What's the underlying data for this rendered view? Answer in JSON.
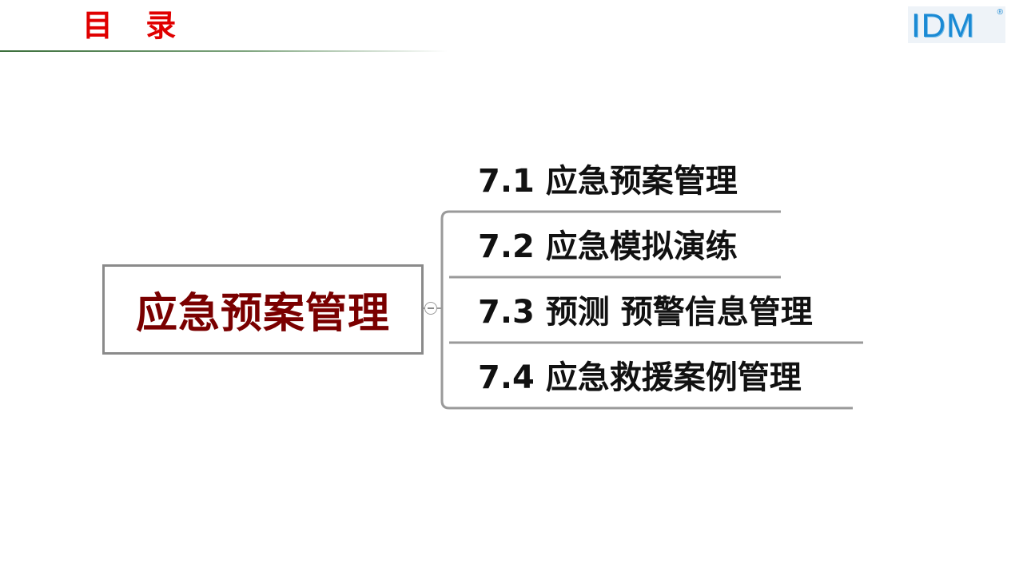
{
  "header": {
    "title": "目 录",
    "logo_text": "IDM",
    "logo_mark": "®",
    "accent_color": "#e00000",
    "logo_color": "#1a8ad4"
  },
  "mindmap": {
    "root": "应急预案管理",
    "root_color": "#7a0000",
    "branches": [
      "7.1 应急预案管理",
      "7.2 应急模拟演练",
      "7.3 预测 预警信息管理",
      "7.4 应急救援案例管理"
    ]
  }
}
